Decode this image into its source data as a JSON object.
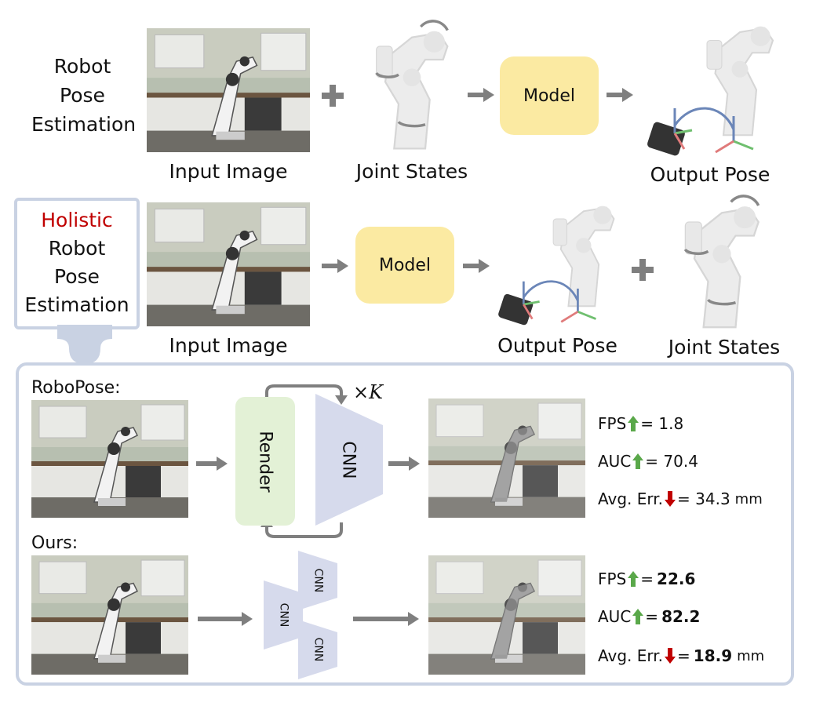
{
  "row1": {
    "task_label": [
      "Robot",
      "Pose",
      "Estimation"
    ],
    "input_caption": "Input Image",
    "joint_caption": "Joint States",
    "model_label": "Model",
    "output_caption": "Output Pose"
  },
  "row2": {
    "task_label_highlight": "Holistic",
    "task_label": [
      "Robot",
      "Pose",
      "Estimation"
    ],
    "input_caption": "Input Image",
    "model_label": "Model",
    "output_caption": "Output Pose",
    "joint_caption": "Joint States"
  },
  "robopose": {
    "title": "RoboPose:",
    "render_label": "Render",
    "cnn_label": "CNN",
    "loop_label": "×K",
    "metrics": [
      {
        "name": "FPS",
        "dir": "up",
        "value": "= 1.8",
        "unit": ""
      },
      {
        "name": "AUC",
        "dir": "up",
        "value": "= 70.4",
        "unit": ""
      },
      {
        "name": "Avg. Err.",
        "dir": "down",
        "value": "= 34.3",
        "unit": "mm"
      }
    ]
  },
  "ours": {
    "title": "Ours:",
    "cnn_labels": [
      "CNN",
      "CNN",
      "CNN"
    ],
    "metrics": [
      {
        "name": "FPS",
        "dir": "up",
        "prefix": "=",
        "value": "22.6",
        "unit": ""
      },
      {
        "name": "AUC",
        "dir": "up",
        "prefix": "=",
        "value": "82.2",
        "unit": ""
      },
      {
        "name": "Avg. Err.",
        "dir": "down",
        "prefix": "=",
        "value": "18.9",
        "unit": "mm"
      }
    ]
  },
  "colors": {
    "highlight_red": "#c00000",
    "model_fill": "#fbeaa2",
    "render_fill": "#e3f1d6",
    "cnn_fill": "#d6daec",
    "arrow_gray": "#7f7f7f",
    "up_green": "#5aa84a",
    "down_red": "#c00000",
    "panel_border": "#c9d2e3"
  }
}
